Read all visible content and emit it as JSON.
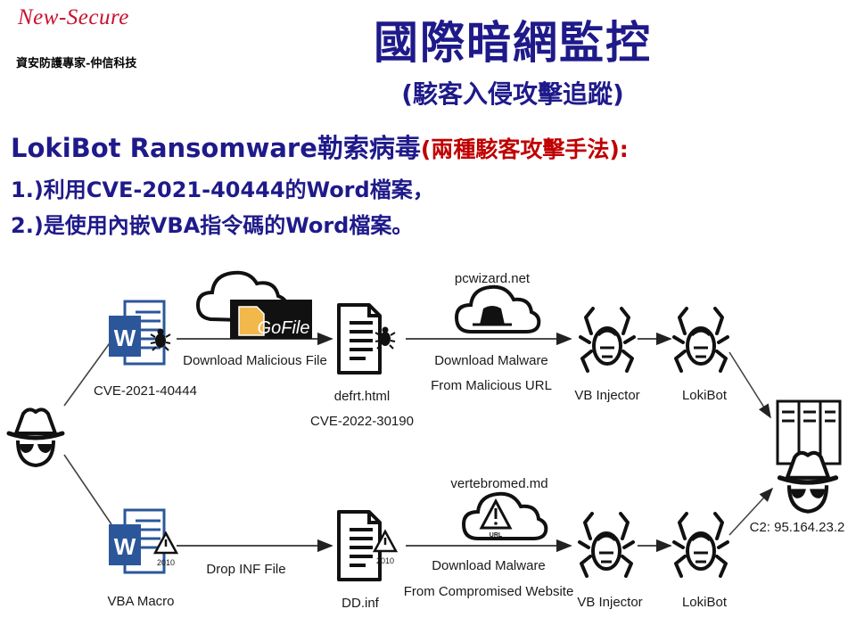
{
  "brand": {
    "logo": "New-Secure",
    "tagline": "資安防護專家-仲信科技"
  },
  "header": {
    "title": "國際暗網監控",
    "subtitle": "(駭客入侵攻擊追蹤)"
  },
  "heading": {
    "main": "LokiBot Ransomware勒索病毒",
    "note": "(兩種駭客攻擊手法):"
  },
  "methods": [
    "1.)利用CVE-2021-40444的Word檔案，",
    "2.)是使用內嵌VBA指令碼的Word檔案。"
  ],
  "diagram": {
    "top": {
      "doc_label": "CVE-2021-40444",
      "cloud_label": "GoFile",
      "arrow1": "Download Malicious File",
      "file_label": "defrt.html",
      "file_cve": "CVE-2022-30190",
      "site_label": "pcwizard.net",
      "arrow2_line1": "Download Malware",
      "arrow2_line2": "From Malicious URL",
      "injector": "VB Injector",
      "malware": "LokiBot"
    },
    "bottom": {
      "doc_label": "VBA Macro",
      "arrow1": "Drop INF File",
      "file_label": "DD.inf",
      "site_label": "vertebromed.md",
      "site_badge": "URL",
      "arrow2_line1": "Download Malware",
      "arrow2_line2": "From Compromised Website",
      "injector": "VB Injector",
      "malware": "LokiBot"
    },
    "c2": "C2: 95.164.23.2",
    "doc_letter": "W",
    "badge_code": "2010"
  }
}
